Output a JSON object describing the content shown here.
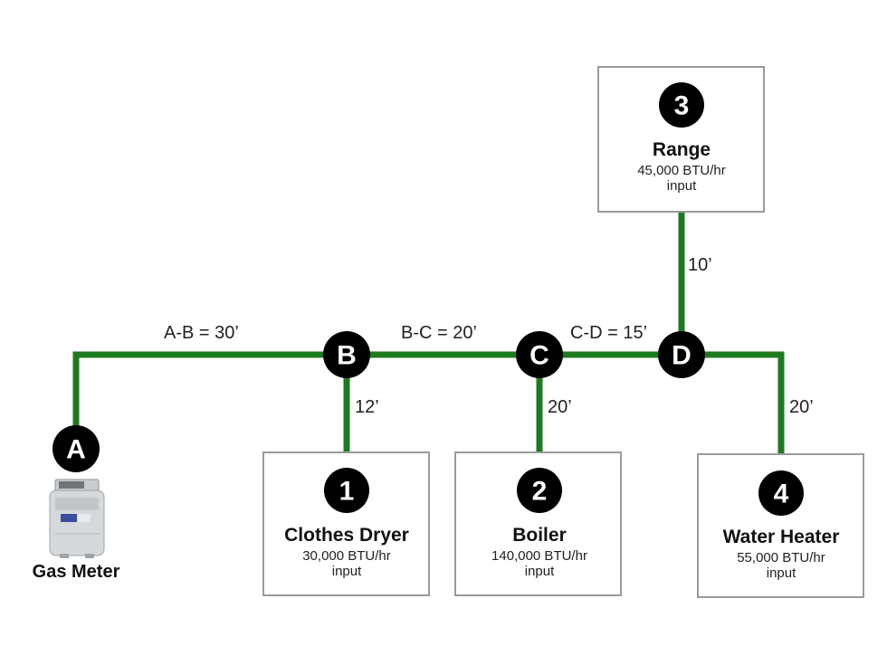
{
  "nodes": {
    "a": "A",
    "b": "B",
    "c": "C",
    "d": "D"
  },
  "segments": {
    "ab": "A-B = 30’",
    "bc": "B-C = 20’",
    "cd": "C-D = 15’",
    "b_dryer": "12’",
    "c_boiler": "20’",
    "d_range": "10’",
    "d_heater": "20’"
  },
  "appliances": {
    "dryer": {
      "number": "1",
      "name": "Clothes Dryer",
      "rating": "30,000 BTU/hr",
      "note": "input"
    },
    "boiler": {
      "number": "2",
      "name": "Boiler",
      "rating": "140,000 BTU/hr",
      "note": "input"
    },
    "range": {
      "number": "3",
      "name": "Range",
      "rating": "45,000 BTU/hr",
      "note": "input"
    },
    "heater": {
      "number": "4",
      "name": "Water Heater",
      "rating": "55,000 BTU/hr",
      "note": "input"
    }
  },
  "meter": {
    "label": "Gas Meter",
    "icon": "gas-meter-icon"
  },
  "colors": {
    "pipe": "#1e7a1e",
    "node": "#000000",
    "box_border": "#9a9a9a"
  }
}
